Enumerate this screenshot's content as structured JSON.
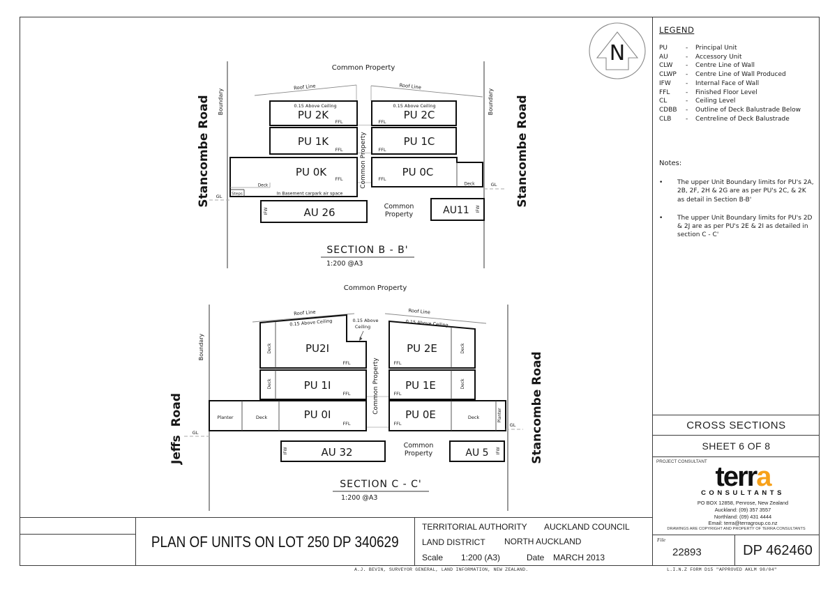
{
  "north": {
    "letter": "N"
  },
  "common": {
    "common_property": "Common Property",
    "common_word": "Common",
    "property_word": "Property",
    "boundary": "Boundary",
    "roof_line": "Roof Line",
    "above_ceiling": "0.15 Above Ceiling",
    "above_word": "0.15 Above",
    "ceiling_word": "Ceiling",
    "ffl": "FFL",
    "deck": "Deck",
    "planter": "Planter",
    "steps": "Steps",
    "gl": "GL",
    "ifw": "IFW",
    "scale_note": "1:200 @A3"
  },
  "section_b": {
    "title": "SECTION B - B'",
    "road_left": "Stancombe Road",
    "road_right": "Stancombe Road",
    "basement": "In Basement carpark air space",
    "units": {
      "f2l": "PU 2K",
      "f1l": "PU 1K",
      "f0l": "PU 0K",
      "f2r": "PU 2C",
      "f1r": "PU 1C",
      "f0r": "PU 0C",
      "aul": "AU 26",
      "aur": "AU11"
    }
  },
  "section_c": {
    "title": "SECTION C - C'",
    "road_left": "Jeffs  Road",
    "road_right": "Stancombe Road",
    "units": {
      "f2l": "PU2I",
      "f1l": "PU 1I",
      "f0l": "PU 0I",
      "f2r": "PU 2E",
      "f1r": "PU 1E",
      "f0r": "PU 0E",
      "aul": "AU 32",
      "aur": "AU 5"
    }
  },
  "legend": {
    "title": "LEGEND",
    "items": [
      {
        "abbr": "PU",
        "dash": "-",
        "desc": "Principal Unit"
      },
      {
        "abbr": "AU",
        "dash": "-",
        "desc": "Accessory Unit"
      },
      {
        "abbr": "CLW",
        "dash": "-",
        "desc": "Centre Line of Wall"
      },
      {
        "abbr": "CLWP",
        "dash": "-",
        "desc": "Centre Line of Wall Produced"
      },
      {
        "abbr": "IFW",
        "dash": "-",
        "desc": "Internal Face of Wall"
      },
      {
        "abbr": "FFL",
        "dash": "-",
        "desc": "Finished Floor Level"
      },
      {
        "abbr": "CL",
        "dash": "-",
        "desc": "Ceiling Level"
      },
      {
        "abbr": "CDBB",
        "dash": "-",
        "desc": "Outline of Deck Balustrade Below"
      },
      {
        "abbr": "CLB",
        "dash": "-",
        "desc": "Centreline of Deck Balustrade"
      }
    ]
  },
  "notes": {
    "title": "Notes:",
    "bullet": "•",
    "items": [
      "The upper Unit Boundary limits for PU's 2A, 2B, 2F, 2H & 2G are as per PU's 2C, & 2K as detail in Section B-B'",
      "The upper Unit Boundary limits for PU's 2D & 2J are as per PU's 2E & 2I as detailed in section C - C'"
    ]
  },
  "titleblock": {
    "cross_sections": "CROSS SECTIONS",
    "sheet": "SHEET 6 OF 8",
    "project_consultant": "PROJECT CONSULTANT",
    "logo_terr": "terr",
    "logo_a": "a",
    "logo_sub": "CONSULTANTS",
    "address1": "PO BOX 12858, Penrose, New Zealand",
    "address2": "Auckland: (09) 357 3557",
    "address3": "Northland: (09) 431 4444",
    "address4": "Email: terra@terragroup.co.nz",
    "copyright": "DRAWINGS ARE COPYRIGHT AND PROPERTY OF TERRA CONSULTANTS",
    "file_label": "File",
    "file_number": "22893",
    "dp_number": "DP 462460",
    "plan_title": "PLAN OF UNITS ON LOT 250 DP 340629",
    "territorial_label": "TERRITORIAL AUTHORITY",
    "territorial_value": "AUCKLAND COUNCIL",
    "land_district_label": "LAND DISTRICT",
    "land_district_value": "NORTH AUCKLAND",
    "scale_label": "Scale",
    "scale_value": "1:200 (A3)",
    "date_label": "Date",
    "date_value": "MARCH 2013"
  },
  "footer": {
    "surveyor": "A.J. BEVIN, SURVEYOR GENERAL, LAND INFORMATION, NEW ZEALAND.",
    "linz_form": "L.I.N.Z FORM D15 \"APPROVED AKLM 98/04\""
  }
}
